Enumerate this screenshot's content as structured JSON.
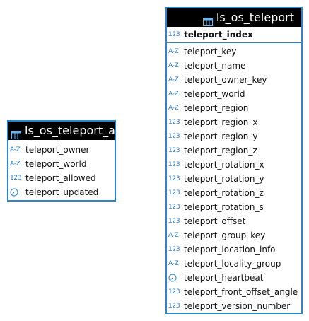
{
  "entities": {
    "allowed": {
      "title": "ls_os_teleport_allo",
      "columns": [
        {
          "type": "A-Z",
          "name": "teleport_owner"
        },
        {
          "type": "A-Z",
          "name": "teleport_world"
        },
        {
          "type": "123",
          "name": "teleport_allowed"
        },
        {
          "type": "clock",
          "name": "teleport_updated"
        }
      ]
    },
    "teleport": {
      "title": "ls_os_teleport",
      "primary_key": {
        "type": "123",
        "name": "teleport_index"
      },
      "columns": [
        {
          "type": "A-Z",
          "name": "teleport_key"
        },
        {
          "type": "A-Z",
          "name": "teleport_name"
        },
        {
          "type": "A-Z",
          "name": "teleport_owner_key"
        },
        {
          "type": "A-Z",
          "name": "teleport_world"
        },
        {
          "type": "A-Z",
          "name": "teleport_region"
        },
        {
          "type": "123",
          "name": "teleport_region_x"
        },
        {
          "type": "123",
          "name": "teleport_region_y"
        },
        {
          "type": "123",
          "name": "teleport_region_z"
        },
        {
          "type": "123",
          "name": "teleport_rotation_x"
        },
        {
          "type": "123",
          "name": "teleport_rotation_y"
        },
        {
          "type": "123",
          "name": "teleport_rotation_z"
        },
        {
          "type": "123",
          "name": "teleport_rotation_s"
        },
        {
          "type": "123",
          "name": "teleport_offset"
        },
        {
          "type": "A-Z",
          "name": "teleport_group_key"
        },
        {
          "type": "123",
          "name": "teleport_location_info"
        },
        {
          "type": "A-Z",
          "name": "teleport_locality_group"
        },
        {
          "type": "clock",
          "name": "teleport_heartbeat"
        },
        {
          "type": "123",
          "name": "teleport_front_offset_angle"
        },
        {
          "type": "123",
          "name": "teleport_version_number"
        }
      ]
    }
  },
  "colors": {
    "border": "#2a86c9",
    "header_bg": "#000000",
    "header_text": "#ffffff",
    "type_icon": "#2a7fc0"
  },
  "icons": {
    "table": "table-icon",
    "string": "string-type-icon",
    "number": "number-type-icon",
    "timestamp": "clock-icon"
  }
}
